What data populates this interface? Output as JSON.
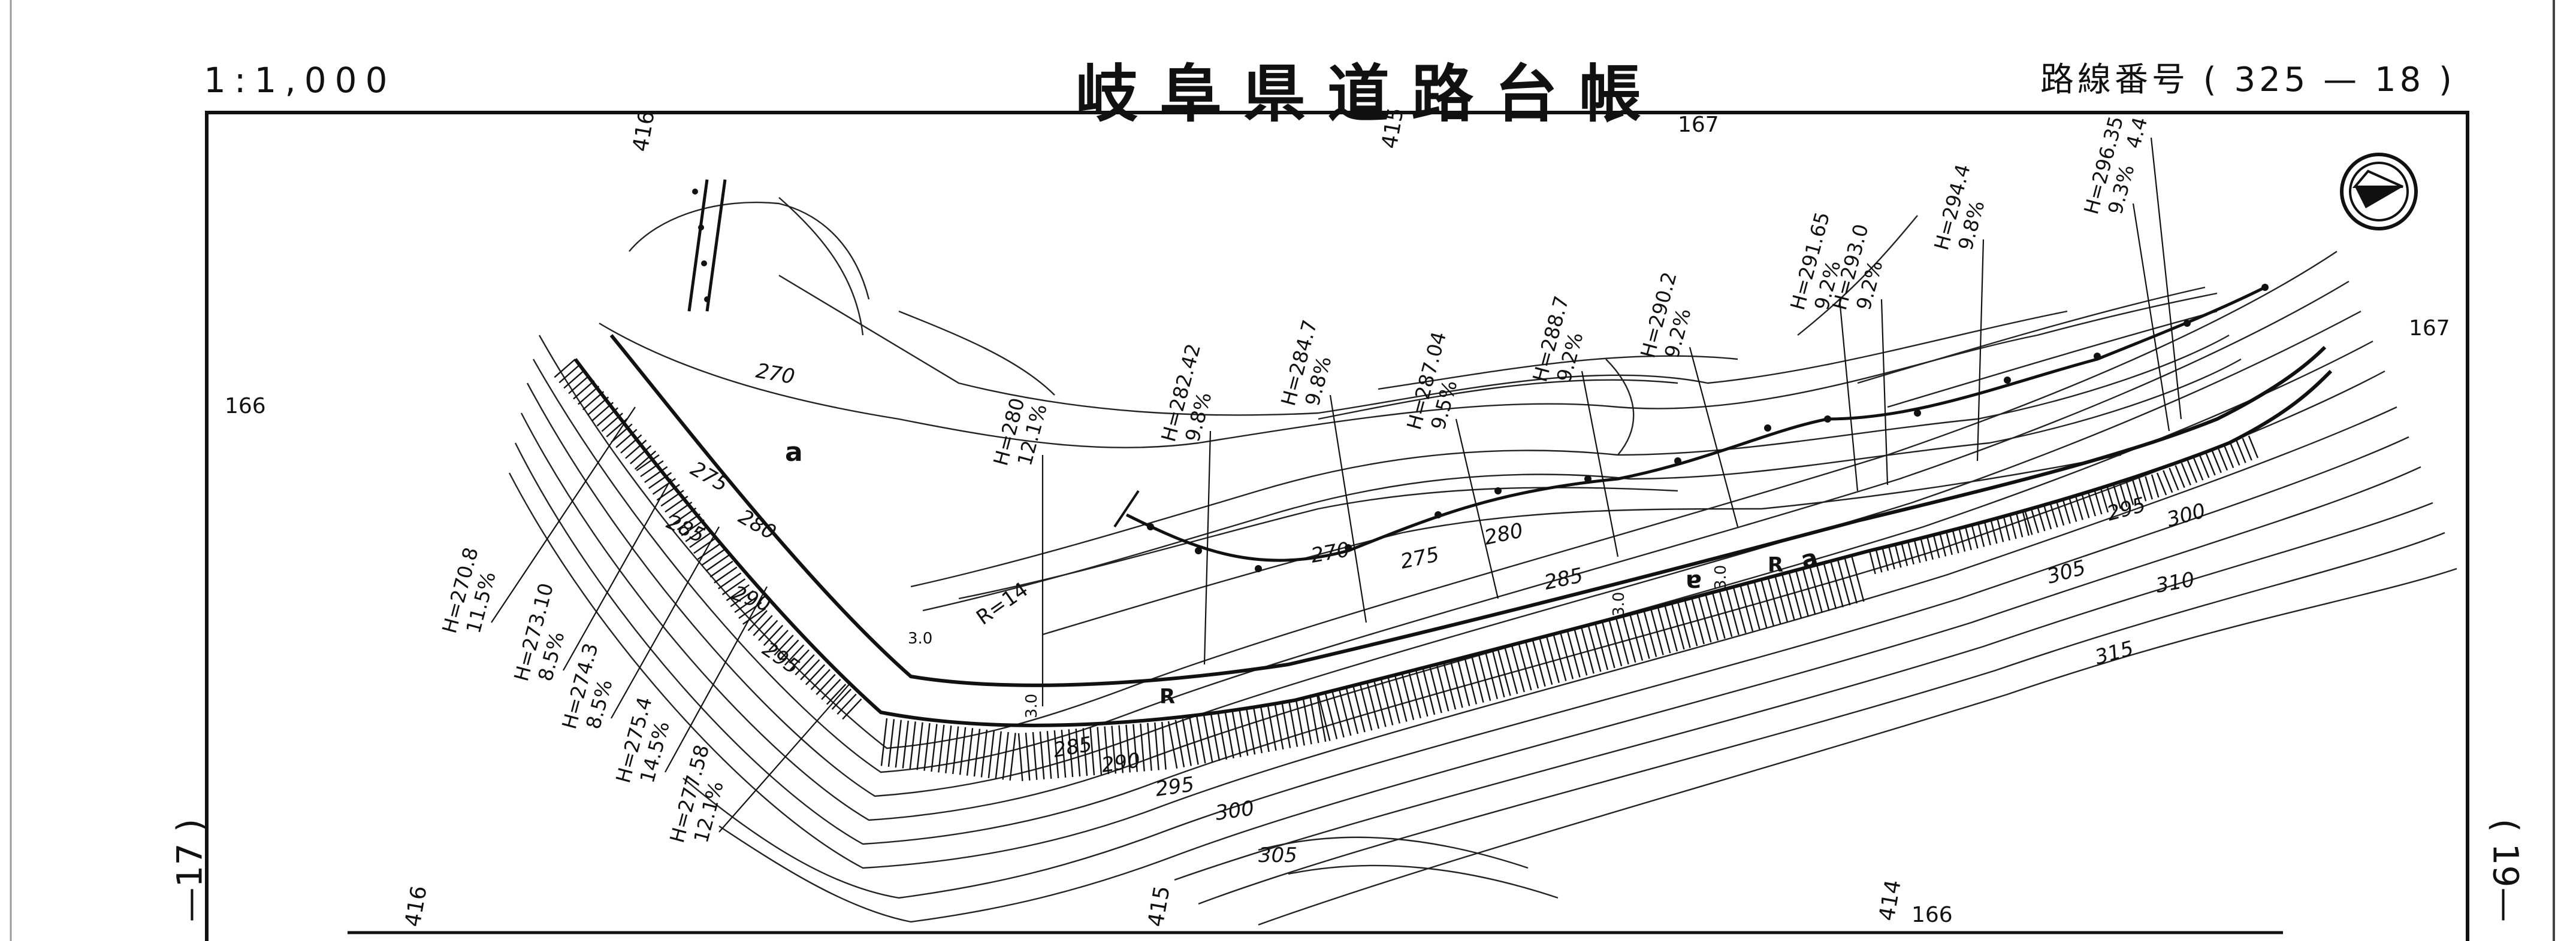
{
  "header": {
    "scale": "1:1,000",
    "title": "岐阜県道路台帳",
    "route_number": "路線番号 ( 325 — 18 )"
  },
  "adjacent_sheets": {
    "left": "—17 )",
    "right": "( 19—"
  },
  "grid_labels": {
    "top_a": "416",
    "top_b": "415",
    "top_c": "167",
    "left": "166",
    "right": "167",
    "bottom_a": "416",
    "bottom_b": "415",
    "bottom_c": "414",
    "bottom_d": "166"
  },
  "contours": {
    "c270a": "270",
    "c270b": "270",
    "c275a": "275",
    "c275b": "275",
    "c280a": "280",
    "c280b": "280",
    "c285a": "285",
    "c285b": "285",
    "c285c": "285",
    "c290a": "290",
    "c290b": "290",
    "c295a": "295",
    "c295b": "295",
    "c295c": "295",
    "c300a": "300",
    "c300b": "300",
    "c305a": "305",
    "c305b": "305",
    "c310": "310",
    "c315": "315"
  },
  "profiles": [
    {
      "h": "H=270.8",
      "g": "11.5%"
    },
    {
      "h": "H=273.10",
      "g": "8.5%"
    },
    {
      "h": "H=274.3",
      "g": "8.5%"
    },
    {
      "h": "H=275.4",
      "g": "14.5%"
    },
    {
      "h": "H=277.58",
      "g": "12.1%"
    },
    {
      "h": "H=280",
      "g": "12.1%"
    },
    {
      "h": "H=282.42",
      "g": "9.8%"
    },
    {
      "h": "H=284.7",
      "g": "9.8%"
    },
    {
      "h": "H=287.04",
      "g": "9.5%"
    },
    {
      "h": "H=288.7",
      "g": "9.2%"
    },
    {
      "h": "H=290.2",
      "g": "9.2%"
    },
    {
      "h": "H=291.65",
      "g": "9.2%"
    },
    {
      "h": "H=293.0",
      "g": "9.2%"
    },
    {
      "h": "H=294.4",
      "g": "9.8%"
    },
    {
      "h": "H=296.35",
      "g": "9.3%"
    },
    {
      "h": "",
      "g": "4.4"
    }
  ],
  "annotations": {
    "curve_radius": "R=14",
    "road_mark_r1": "R",
    "road_mark_r2": "R",
    "marker_a1": "a",
    "marker_a2": "a",
    "marker_a3": "a",
    "width_1": "3.0",
    "width_2": "3.0",
    "width_3": "3.0",
    "width_4": "3.0"
  },
  "legend": {
    "north_arrow": "north-arrow-icon"
  }
}
